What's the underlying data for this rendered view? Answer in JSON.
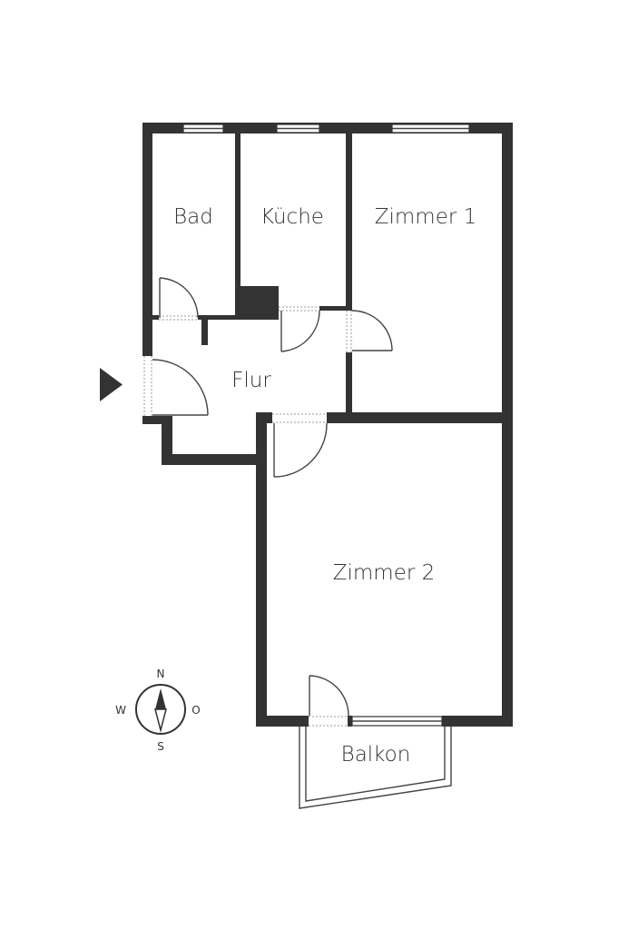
{
  "rooms": {
    "bad": "Bad",
    "kueche": "Küche",
    "zimmer1": "Zimmer 1",
    "flur": "Flur",
    "zimmer2": "Zimmer 2",
    "balkon": "Balkon"
  },
  "compass": {
    "north": "N",
    "south": "S",
    "west": "W",
    "east": "O"
  },
  "colors": {
    "wall": "#333333",
    "background": "#ffffff"
  },
  "icons": {
    "entrance": "entrance-arrow-icon",
    "compass": "compass-icon"
  }
}
